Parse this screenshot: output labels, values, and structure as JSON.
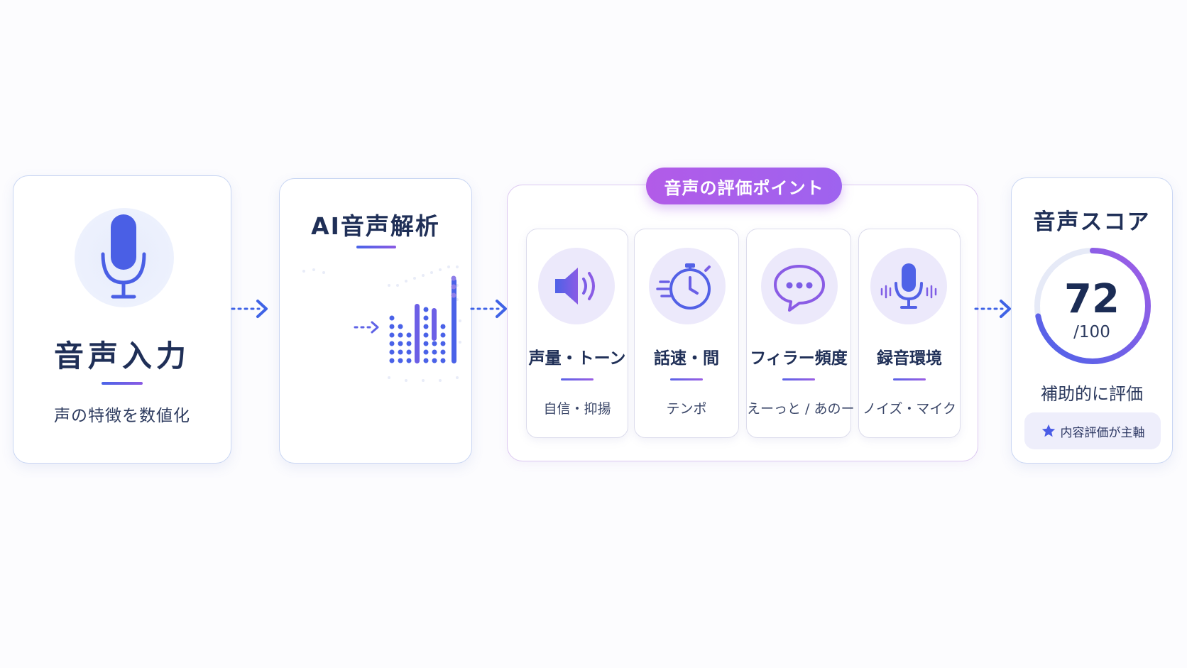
{
  "input_card": {
    "title": "音声入力",
    "subtitle": "声の特徴を数値化"
  },
  "analysis_card": {
    "title": "AI音声解析"
  },
  "points": {
    "header": "音声の評価ポイント",
    "items": [
      {
        "label": "声量・トーン",
        "detail": "自信・抑揚",
        "icon": "speaker-icon"
      },
      {
        "label": "話速・間",
        "detail": "テンポ",
        "icon": "stopwatch-icon"
      },
      {
        "label": "フィラー頻度",
        "detail": "えーっと / あのー",
        "icon": "speech-bubble-icon"
      },
      {
        "label": "録音環境",
        "detail": "ノイズ・マイク",
        "icon": "microphone-icon"
      }
    ]
  },
  "score_card": {
    "title": "音声スコア",
    "score": "72",
    "max": "/100",
    "score_fraction": 0.72,
    "note": "補助的に評価",
    "badge": "内容評価が主軸"
  },
  "colors": {
    "blue": "#4a64e8",
    "purple": "#9a5ee4",
    "navy": "#1f2f57",
    "pill": "#b25be8"
  }
}
